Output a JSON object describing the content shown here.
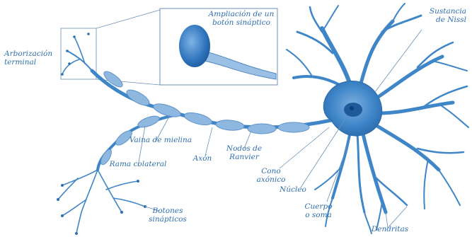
{
  "labels": {
    "inset_title": "Ampliación de un\nbotón sináptico",
    "arborizacion": "Arborización\nterminal",
    "sustancia": "Sustancia\nde Nissl",
    "vaina": "Vaina de mielina",
    "axon": "Axón",
    "nodos": "Nodos de\nRanvier",
    "rama": "Rama colateral",
    "cono": "Cono\naxónico",
    "nucleo": "Núcleo",
    "cuerpo": "Cuerpo\no soma",
    "botones": "Botones\nsinápticos",
    "dendritas": "Dendritas"
  },
  "colors": {
    "ink": "#2f6fb0",
    "cell": "#3f86c9",
    "cell_dark": "#1f5b9b",
    "myelin": "#8fb8e0",
    "line": "#6a8fb8"
  }
}
